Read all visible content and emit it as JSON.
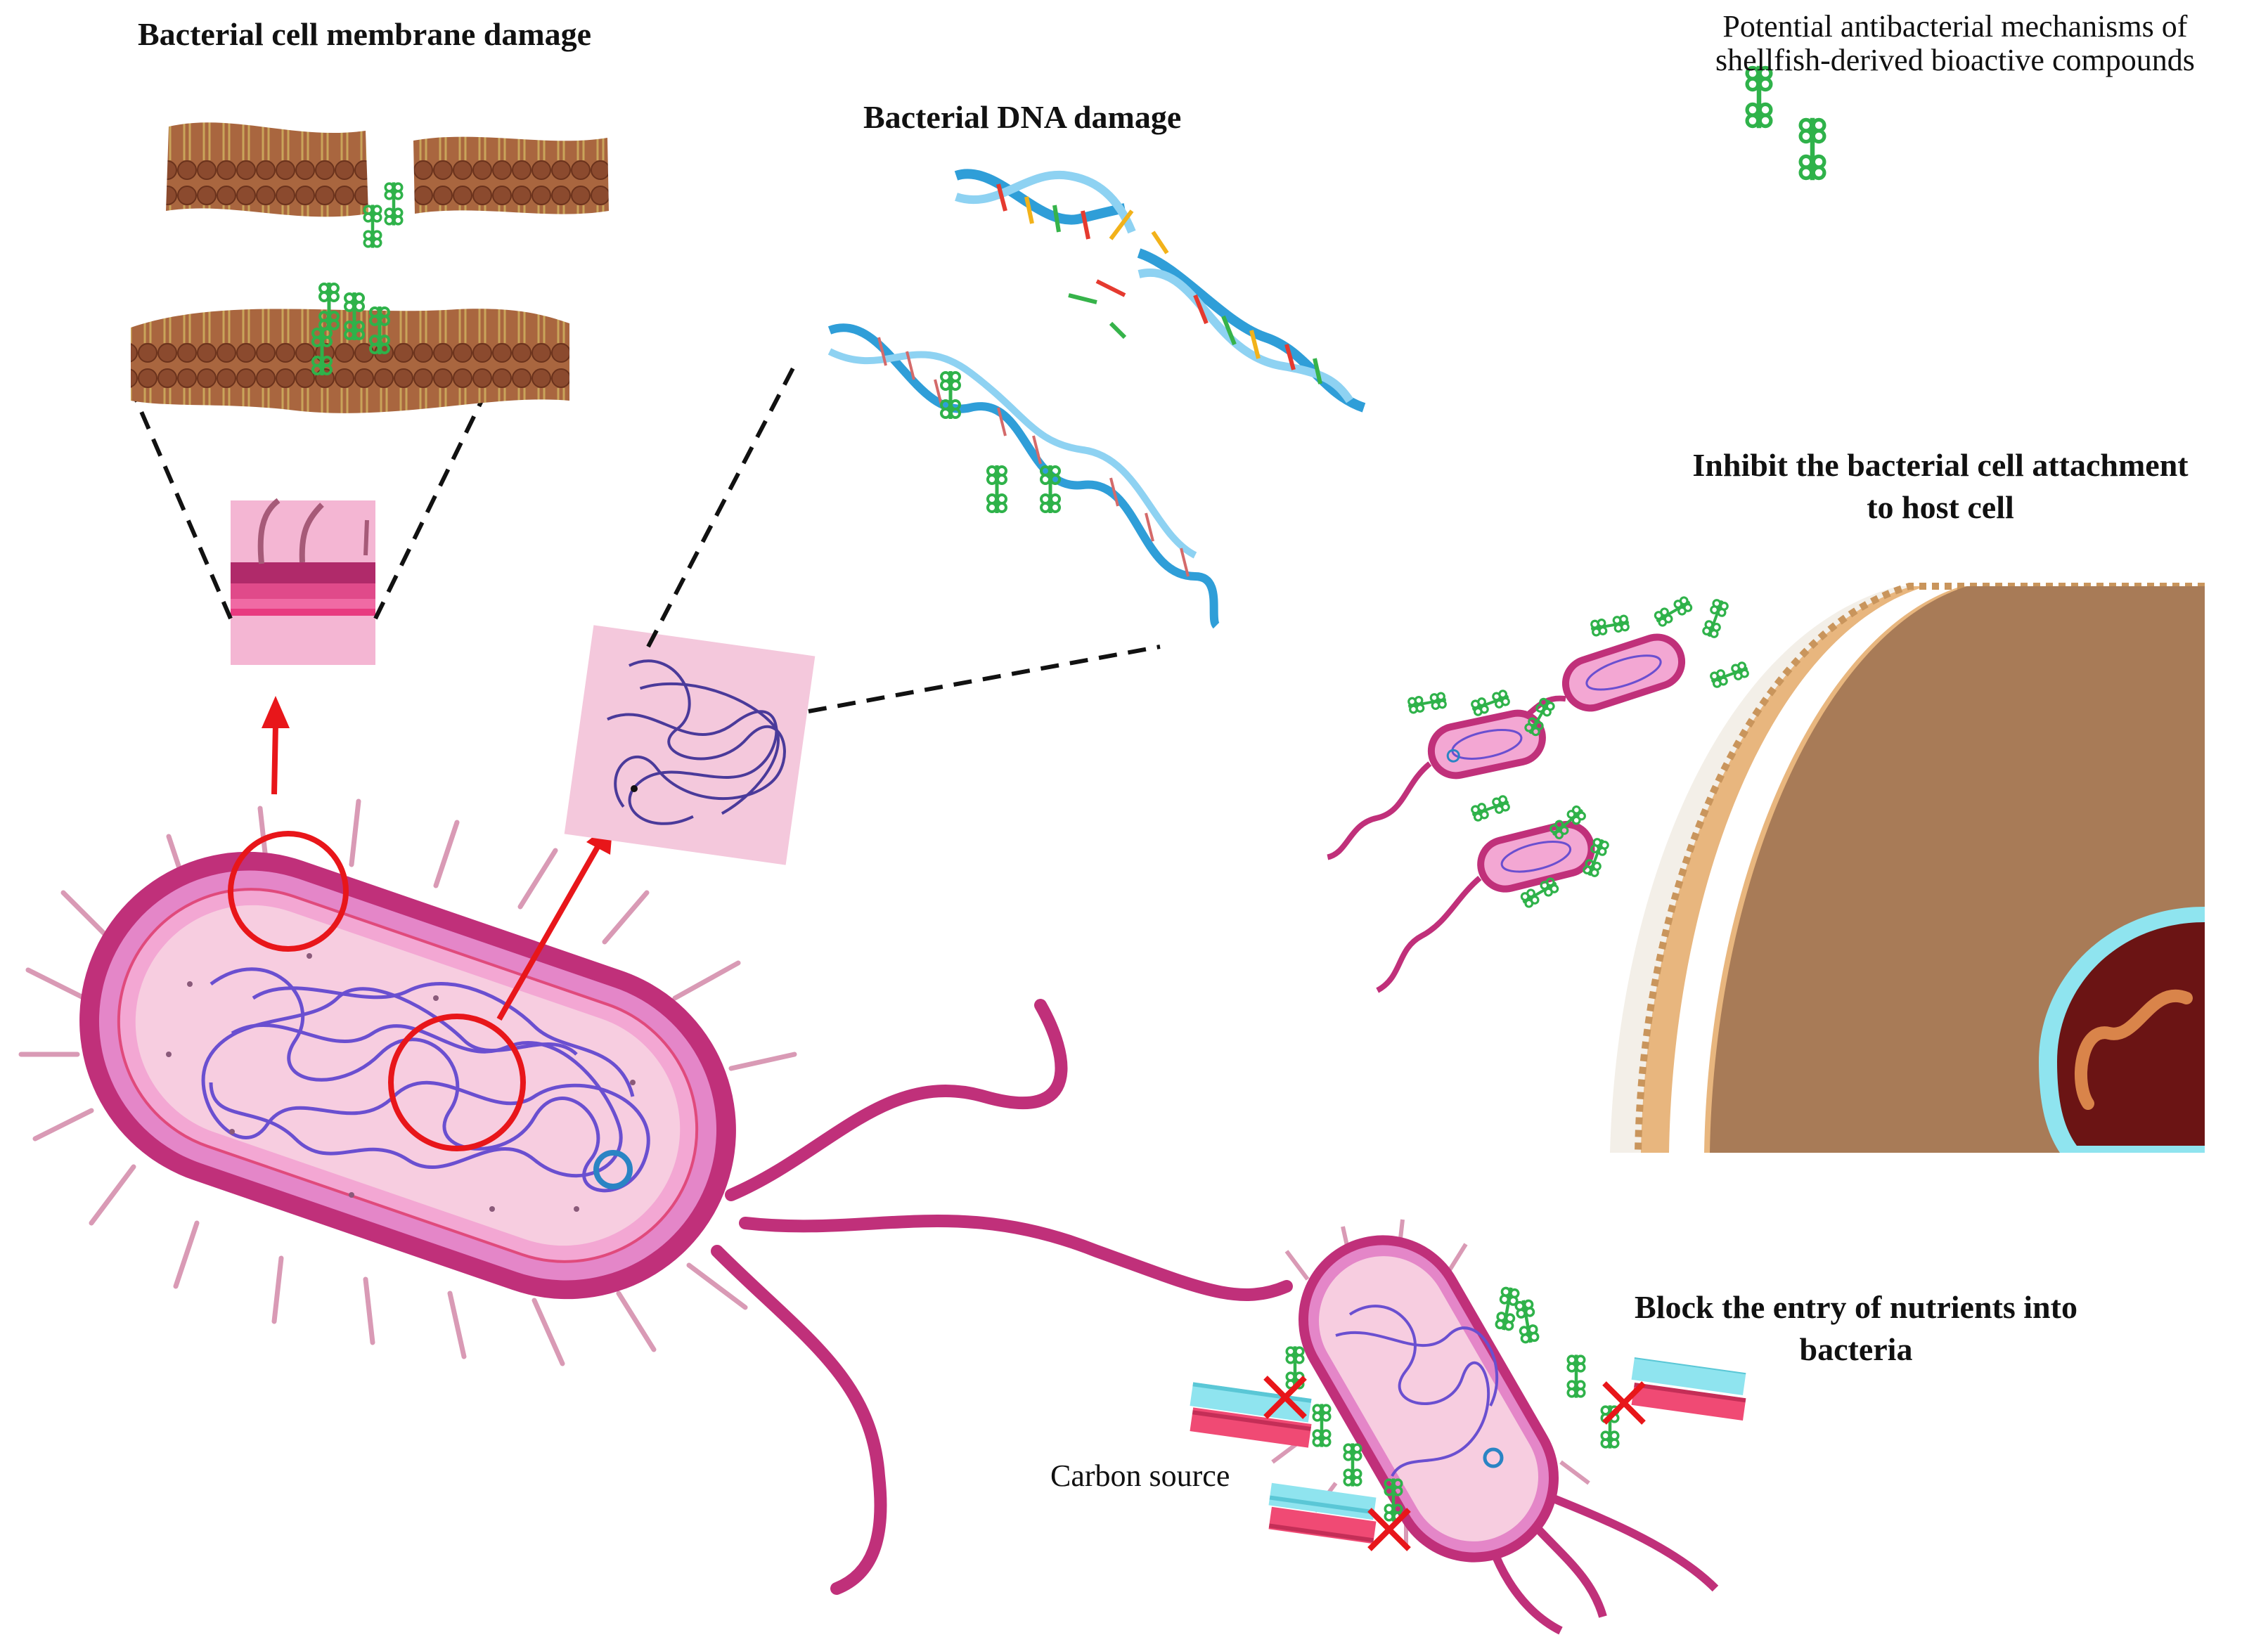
{
  "labels": {
    "membrane_damage": "Bacterial cell membrane damage",
    "dna_damage": "Bacterial DNA damage",
    "potential_line1": "Potential antibacterial mechanisms of",
    "potential_line2": "shellfish-derived bioactive compounds",
    "attach_line1": "Inhibit the bacterial cell attachment",
    "attach_line2": "to host cell",
    "nutrient_line1": "Block the entry of nutrients into",
    "nutrient_line2": "bacteria",
    "carbon_source": "Carbon source"
  },
  "colors": {
    "bacterium_body": "#c0307a",
    "bacterium_inner": "#e486c8",
    "cytoplasm": "#f7cde0",
    "dna_coil": "#6a4fd0",
    "compound_green": "#2fb24a",
    "highlight_red": "#e8161a",
    "membrane_brown": "#8b4a2e",
    "host_cell": "#a87b57",
    "nucleus": "#6b1414",
    "dna_helix_blue": "#2f9ed8"
  },
  "icons": [
    "compound-molecule-icon",
    "red-cross-icon",
    "dna-helix-icon",
    "lipid-bilayer-icon"
  ]
}
